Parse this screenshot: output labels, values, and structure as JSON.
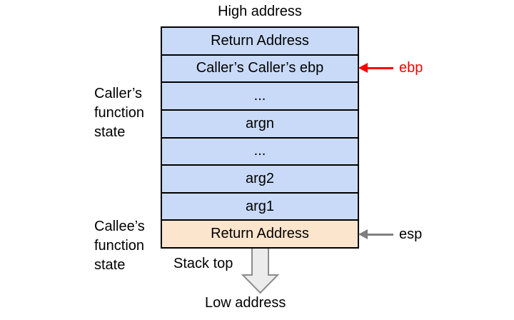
{
  "labels": {
    "high_address": "High address",
    "low_address": "Low address",
    "stack_top": "Stack top",
    "caller_state": "Caller’s\nfunction\nstate",
    "callee_state": "Callee’s\nfunction\nstate"
  },
  "stack": {
    "rows": [
      {
        "label": "Return Address",
        "fill": "#c9daf8"
      },
      {
        "label": "Caller’s Caller’s ebp",
        "fill": "#c9daf8"
      },
      {
        "label": "...",
        "fill": "#c9daf8"
      },
      {
        "label": "argn",
        "fill": "#c9daf8"
      },
      {
        "label": "...",
        "fill": "#c9daf8"
      },
      {
        "label": "arg2",
        "fill": "#c9daf8"
      },
      {
        "label": "arg1",
        "fill": "#c9daf8"
      },
      {
        "label": "Return Address",
        "fill": "#fce5cd"
      }
    ]
  },
  "pointers": {
    "ebp": {
      "label": "ebp",
      "color": "#ff0000"
    },
    "esp": {
      "label": "esp",
      "color": "#7f7f7f"
    }
  },
  "colors": {
    "cell_blue": "#c9daf8",
    "cell_peach": "#fce5cd",
    "border": "#000000",
    "ebp_arrow": "#ff0000",
    "esp_arrow": "#7f7f7f",
    "big_arrow_fill": "#ececec",
    "big_arrow_stroke": "#8c8c8c"
  }
}
